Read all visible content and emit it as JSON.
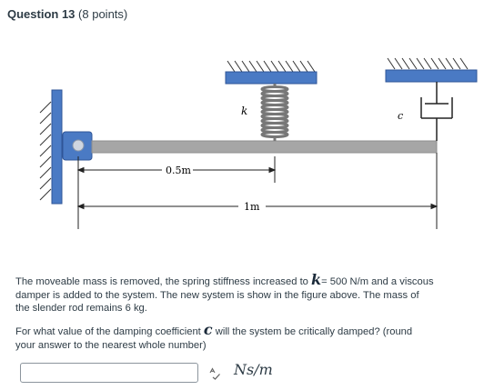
{
  "question": {
    "number_label": "Question 13",
    "points_label": "(8 points)"
  },
  "figure": {
    "label_k": "k",
    "label_c": "c",
    "dim_half": "0.5m",
    "dim_full": "1m",
    "colors": {
      "wall": "#4a7ac4",
      "rod": "#a6a6a6",
      "wall_border": "#2f5597"
    }
  },
  "text": {
    "p1_a": "The moveable mass is removed, the spring stiffness increased to ",
    "p1_var": "k",
    "p1_b": "= 500 N/m and a viscous damper is added to the system.  The new system is show in the figure above. The mass of the slender rod remains 6 kg.",
    "p2_a": "For what value of the damping coefficient ",
    "p2_var": "c",
    "p2_b": " will the system be critically damped? (round your answer to the nearest whole number)"
  },
  "answer": {
    "value": "",
    "unit": "Ns/m"
  }
}
